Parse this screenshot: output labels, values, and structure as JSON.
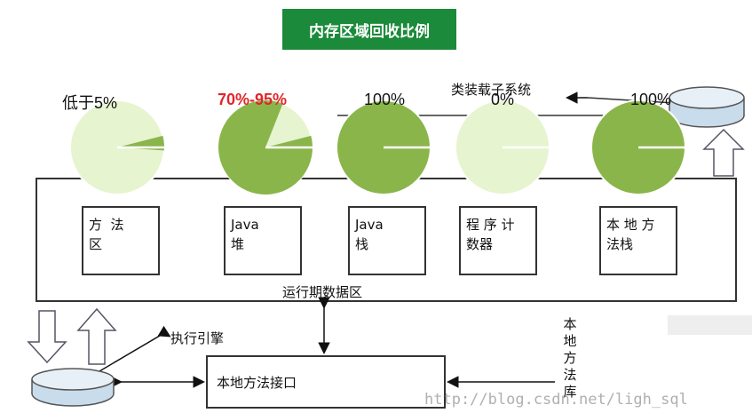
{
  "title": "内存区域回收比例",
  "class_loader_label": "类装载子系统",
  "pies": [
    {
      "label": "低于5%",
      "fraction": 0.05,
      "highlight": false
    },
    {
      "label": "70%-95%",
      "fraction": 0.85,
      "highlight": true
    },
    {
      "label": "100%",
      "fraction": 1.0,
      "highlight": false
    },
    {
      "label": "0%",
      "fraction": 0.0,
      "highlight": false
    },
    {
      "label": "100%",
      "fraction": 1.0,
      "highlight": false
    }
  ],
  "areas": [
    {
      "line1": "方  法",
      "line2": "区"
    },
    {
      "line1": "Java",
      "line2": "堆"
    },
    {
      "line1": "Java",
      "line2": "栈"
    },
    {
      "line1": "程 序 计",
      "line2": "数器"
    },
    {
      "line1": "本 地 方",
      "line2": "法栈"
    }
  ],
  "runtime_label": "运行期数据区",
  "exec_engine_label": "执行引擎",
  "native_interface_label": "本地方法接口",
  "native_library_label": "本地方法库",
  "watermark": "http://blog.csdn.net/ligh_sql",
  "colors": {
    "pie_fill": "#8ab54a",
    "pie_empty": "#e6f4d0",
    "title_bg": "#1b8a3a",
    "red": "#e0262a"
  }
}
